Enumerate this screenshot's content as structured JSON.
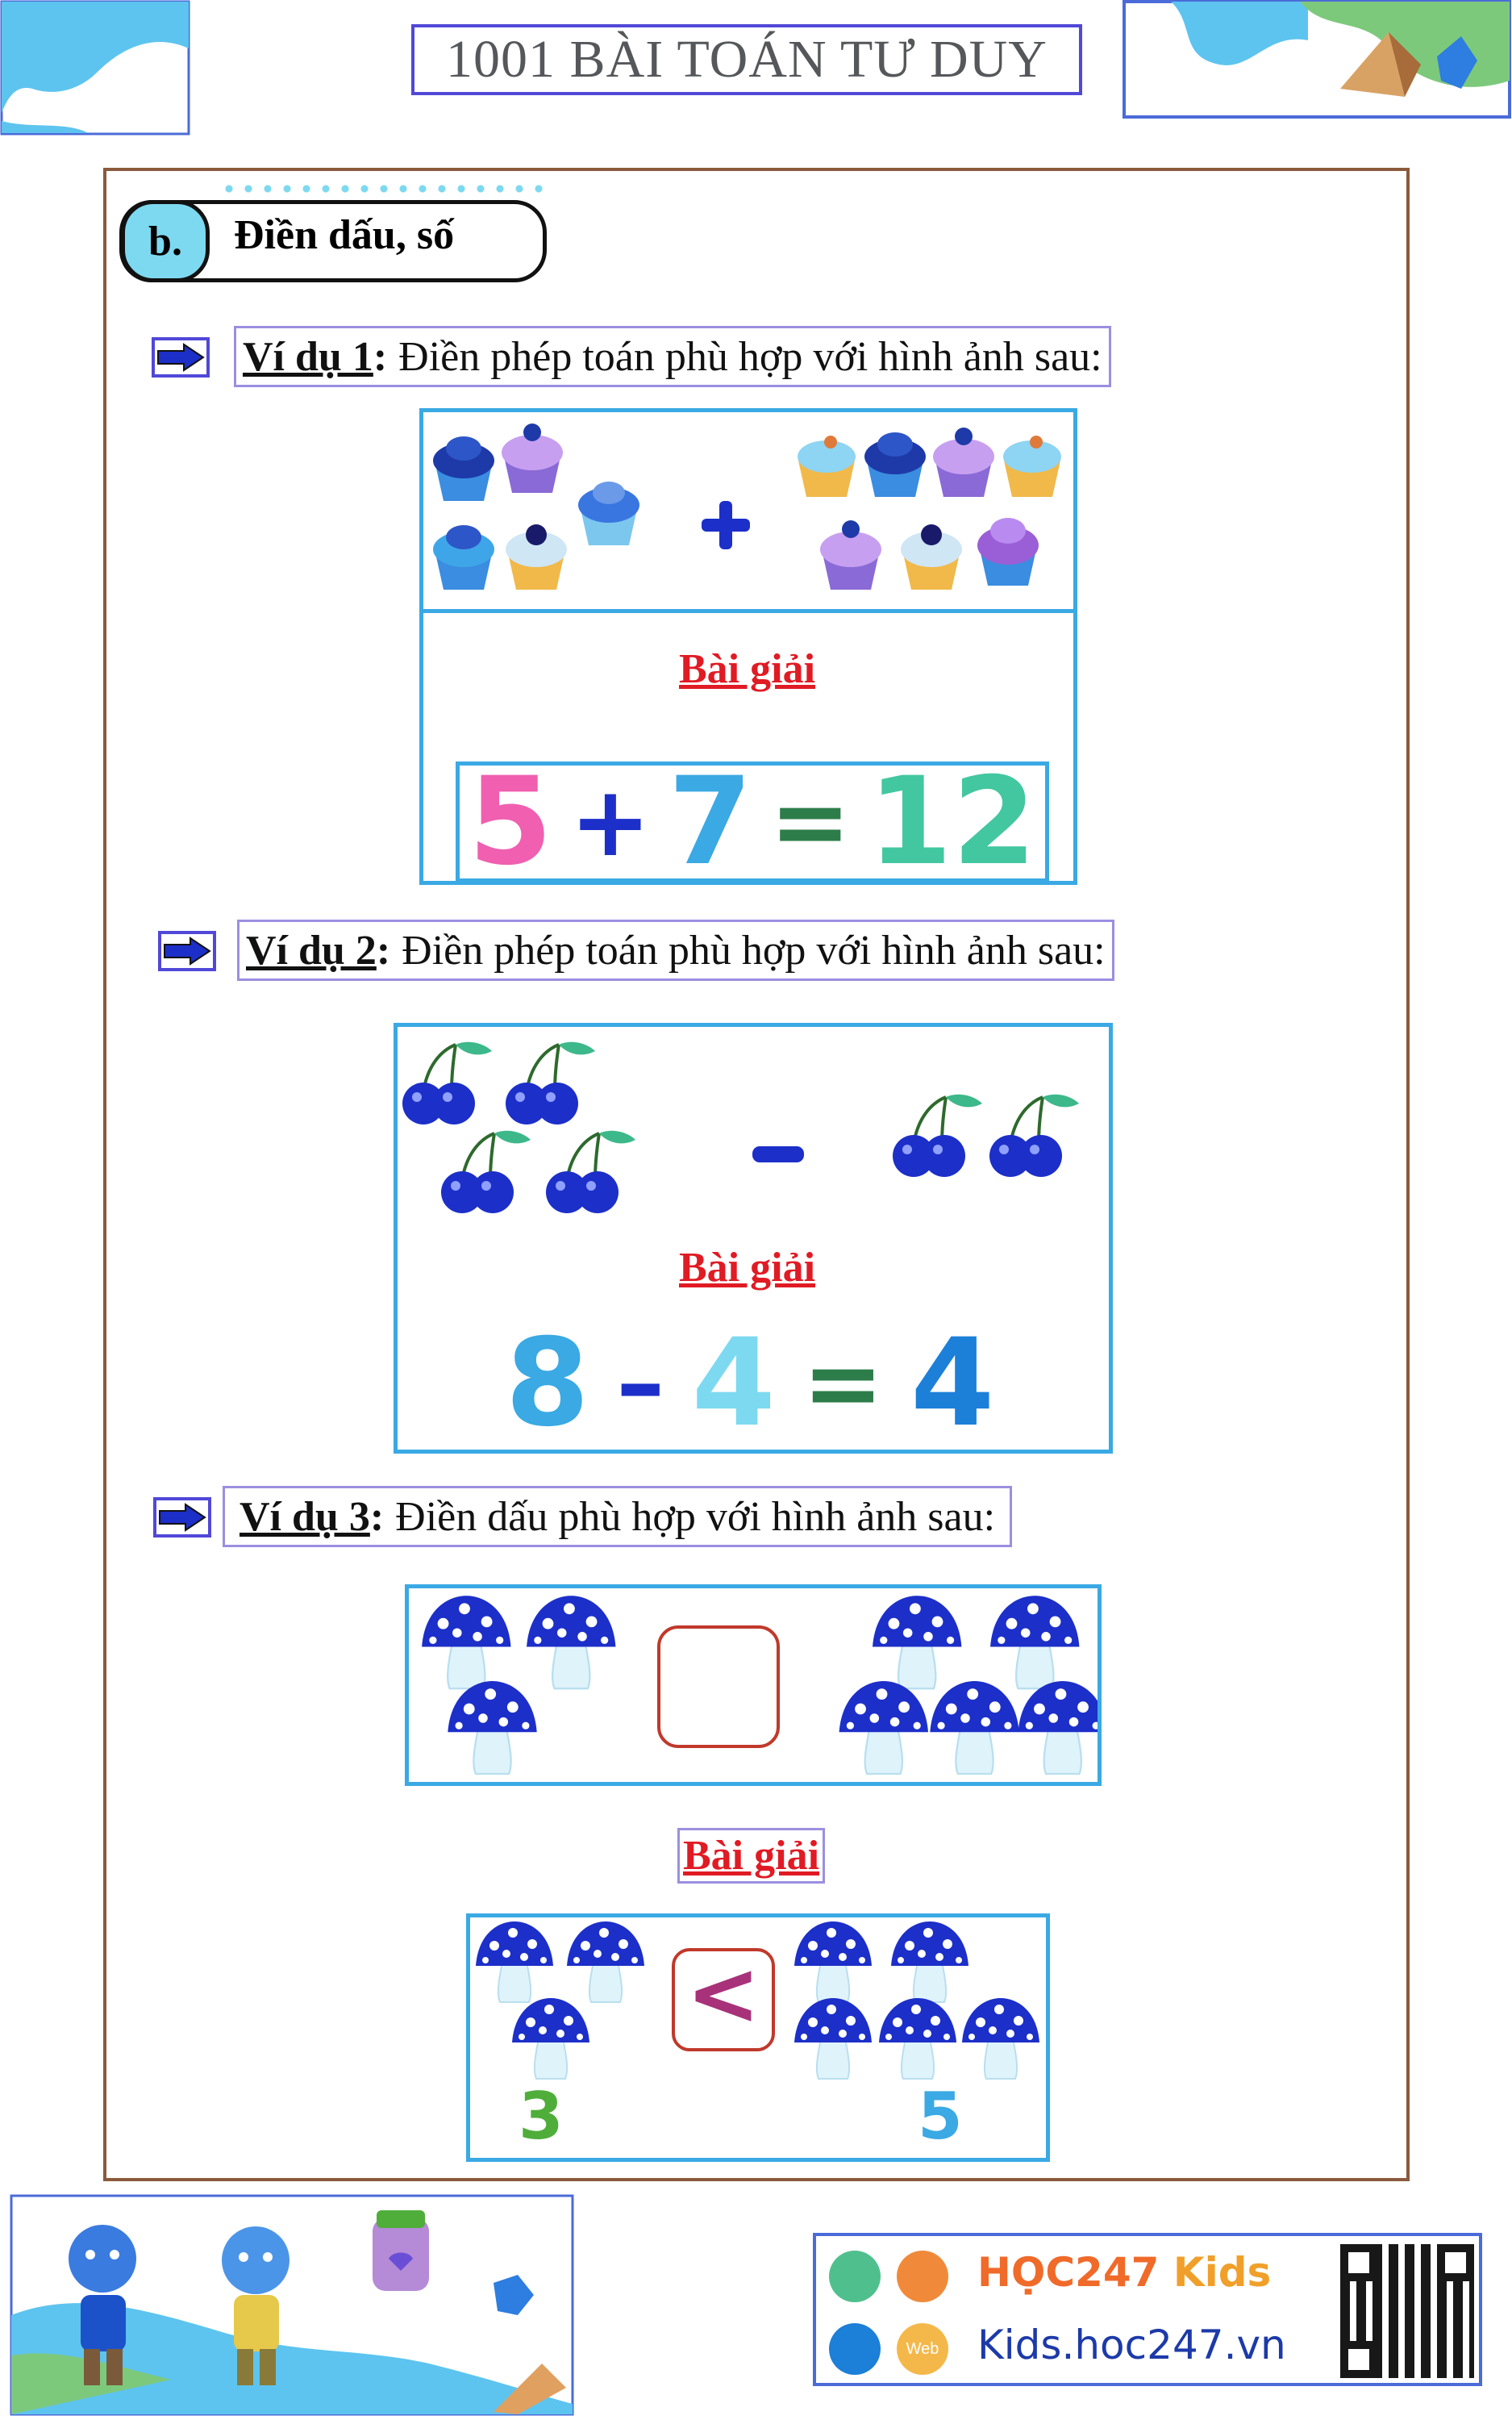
{
  "header": {
    "title": "1001 BÀI TOÁN TƯ DUY"
  },
  "section": {
    "letter": "b.",
    "name": "Điền dấu, số"
  },
  "examples": [
    {
      "label": "Ví dụ 1",
      "colon": ":",
      "text": "Điền phép toán phù hợp với hình ảnh sau:",
      "operator_shown": "+",
      "solution_title": "Bài giải",
      "equation": [
        "5",
        "+",
        "7",
        "=",
        "12"
      ]
    },
    {
      "label": "Ví dụ 2",
      "colon": ":",
      "text": "Điền phép toán phù hợp với hình ảnh sau:",
      "operator_shown": "–",
      "solution_title": "Bài giải",
      "equation": [
        "8",
        "–",
        "4",
        "=",
        "4"
      ]
    },
    {
      "label": "Ví dụ 3",
      "colon": ":",
      "text": "Điền dấu phù hợp với hình ảnh sau:",
      "solution_title": "Bài giải",
      "answer_sign": "<",
      "left_count": "3",
      "right_count": "5"
    }
  ],
  "footer": {
    "brand_hoc": "HỌC247",
    "brand_kids": "Kids",
    "site": "Kids.hoc247.vn",
    "web_badge": "Web"
  },
  "colors": {
    "accent": "#3aa9e4",
    "title_border": "#5148d8",
    "solution": "#e01b24",
    "mushroom": "#1c2fc9"
  }
}
